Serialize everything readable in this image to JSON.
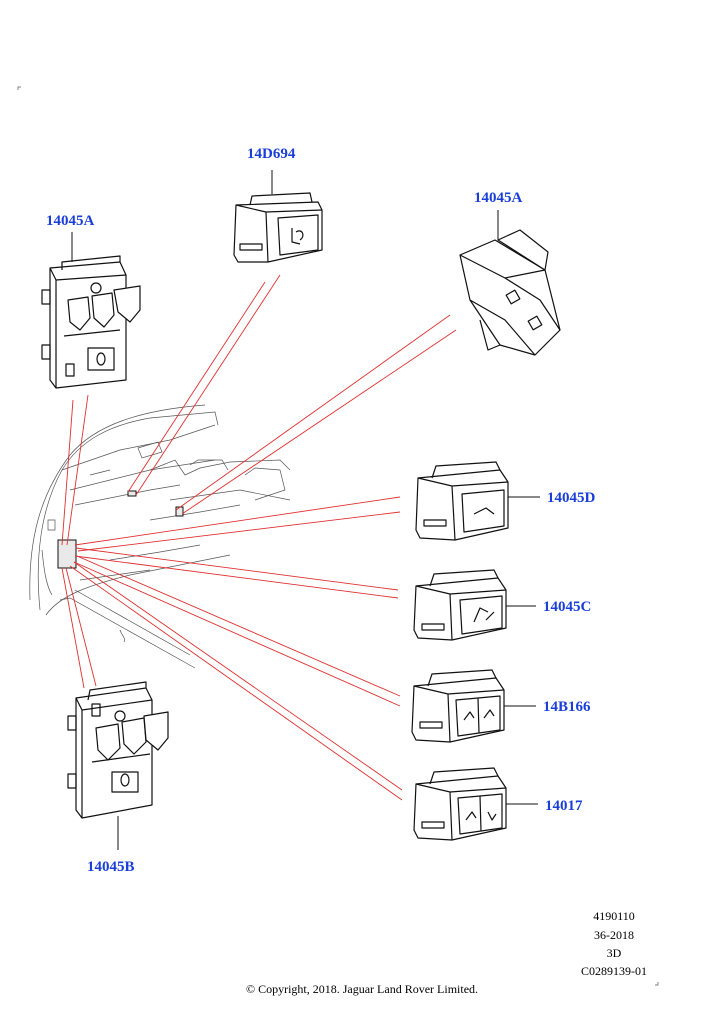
{
  "labels": {
    "top_left_switch": "14045A",
    "top_center_switch": "14D694",
    "top_right_switch": "14045A",
    "switch_d": "14045D",
    "switch_c": "14045C",
    "switch_b166": "14B166",
    "switch_17": "14017",
    "bottom_left_switch": "14045B"
  },
  "reference": {
    "line1": "4190110",
    "line2": "36-2018",
    "line3": "3D",
    "line4": "C0289139-01"
  },
  "copyright": "© Copyright, 2018. Jaguar Land Rover Limited.",
  "colors": {
    "label": "#1a3fd8",
    "leader_line": "#e03030",
    "outline": "#111111"
  }
}
